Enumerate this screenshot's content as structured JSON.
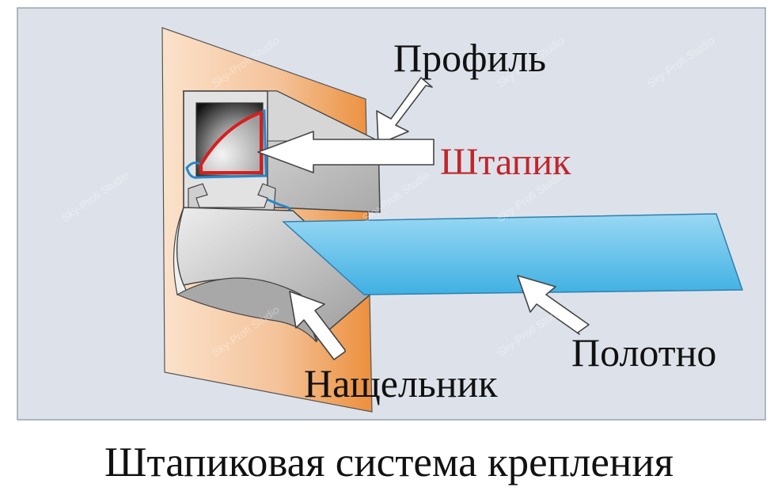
{
  "labels": {
    "profile": "Профиль",
    "shtapik": "Штапик",
    "polotno": "Полотно",
    "naschelnik": "Нащельник"
  },
  "caption": "Штапиковая система крепления",
  "watermark": "Sky-Profi Studio",
  "colors": {
    "panel_bg": "#dde2ea",
    "wall": "#f1ae72",
    "profile_gray": "#c4c4c4",
    "canvas_blue": "#5fbfe8",
    "shtapik_outline": "#d81e1e",
    "shtapik_label": "#c0262c"
  }
}
